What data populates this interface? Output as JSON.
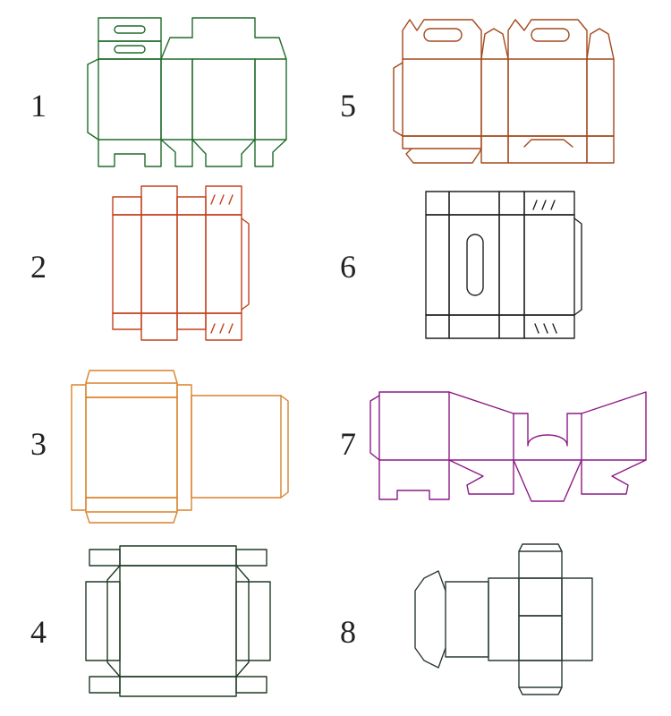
{
  "diagrams": [
    {
      "label": "1",
      "color": "#1f6b2a"
    },
    {
      "label": "2",
      "color": "#c2401c"
    },
    {
      "label": "3",
      "color": "#d9822b"
    },
    {
      "label": "4",
      "color": "#1e3a24"
    },
    {
      "label": "5",
      "color": "#a3481a"
    },
    {
      "label": "6",
      "color": "#222222"
    },
    {
      "label": "7",
      "color": "#8b1a86"
    },
    {
      "label": "8",
      "color": "#2b3b33"
    }
  ]
}
